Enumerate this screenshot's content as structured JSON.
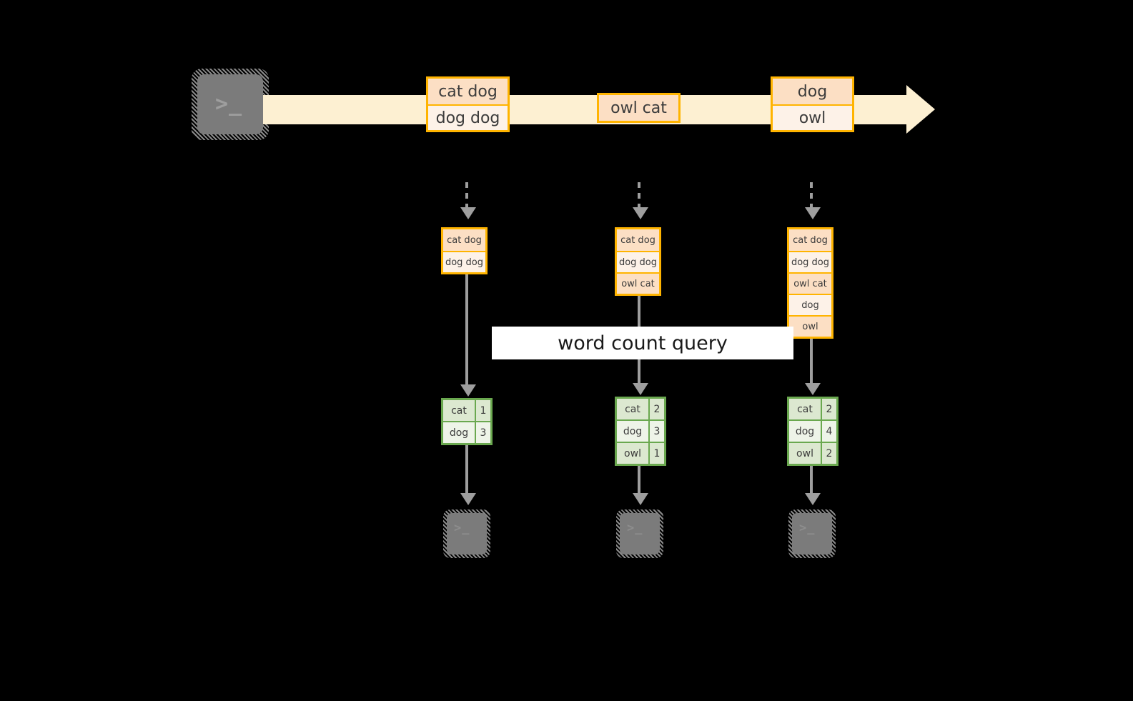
{
  "diagram": {
    "title_banner": "word count query",
    "source": {
      "icon": "terminal-icon",
      "glyph": ">_"
    },
    "stream": {
      "icon": "stream-arrow-icon",
      "records": [
        {
          "lines": [
            "cat dog",
            "dog dog"
          ]
        },
        {
          "lines": [
            "owl cat"
          ]
        },
        {
          "lines": [
            "dog",
            "owl"
          ]
        }
      ]
    },
    "snapshots": [
      {
        "lines": [
          "cat dog",
          "dog dog"
        ]
      },
      {
        "lines": [
          "cat dog",
          "dog dog",
          "owl cat"
        ]
      },
      {
        "lines": [
          "cat dog",
          "dog dog",
          "owl cat",
          "dog",
          "owl"
        ]
      }
    ],
    "results": [
      {
        "rows": [
          {
            "word": "cat",
            "count": "1"
          },
          {
            "word": "dog",
            "count": "3"
          }
        ]
      },
      {
        "rows": [
          {
            "word": "cat",
            "count": "2"
          },
          {
            "word": "dog",
            "count": "3"
          },
          {
            "word": "owl",
            "count": "1"
          }
        ]
      },
      {
        "rows": [
          {
            "word": "cat",
            "count": "2"
          },
          {
            "word": "dog",
            "count": "4"
          },
          {
            "word": "owl",
            "count": "2"
          }
        ]
      }
    ],
    "sinks": [
      {
        "icon": "terminal-icon",
        "glyph": ">_"
      },
      {
        "icon": "terminal-icon",
        "glyph": ">_"
      },
      {
        "icon": "terminal-icon",
        "glyph": ">_"
      }
    ],
    "colors": {
      "background": "#000000",
      "stream_fill": "#fdf0d2",
      "record_border": "#ffb400",
      "record_fill_dark": "#fcdfc4",
      "record_fill_light": "#fdf2e8",
      "result_border": "#6aa84f",
      "result_fill_dark": "#dce8d0",
      "result_fill_light": "#eef4e8",
      "connector": "#9e9e9e",
      "banner_fill": "#ffffff",
      "terminal_fill": "#7b7b7b"
    }
  }
}
